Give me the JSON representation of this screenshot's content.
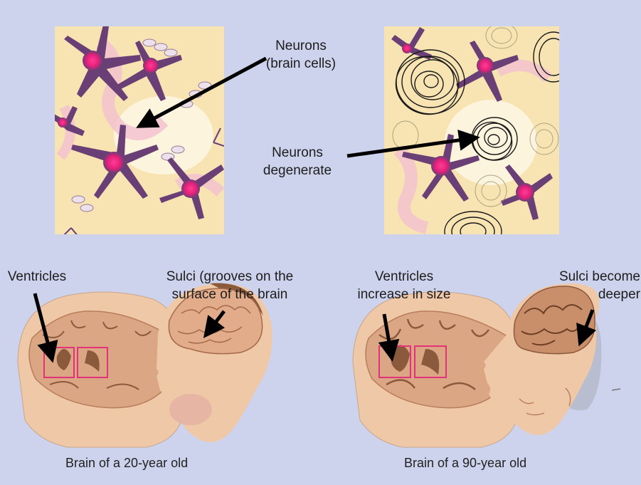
{
  "labels": {
    "neurons": "Neurons\n(brain cells)",
    "degenerate": "Neurons\ndegenerate",
    "ventricles_young": "Ventricles",
    "sulci_young": "Sulci (grooves on the\nsurface of the brain",
    "ventricles_old": "Ventricles\nincrease in size",
    "sulci_old": "Sulci become\ndeeper"
  },
  "captions": {
    "young": "Brain of a 20-year old",
    "old": "Brain of a 90-year old"
  },
  "colors": {
    "background": "#cdd3ec",
    "neuron": "#6a3f76",
    "nucleus": "#e4207a",
    "cell_bg": "#f7e4b2",
    "pink": "#f2bfd0",
    "skin": "#efc8a8",
    "brain": "#c98f6a",
    "ventricle_box": "#e2327a",
    "tangle": "#1a1a1a"
  }
}
